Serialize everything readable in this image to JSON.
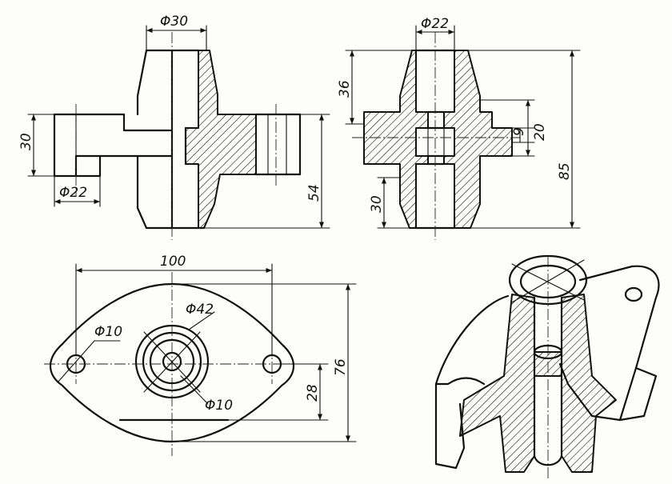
{
  "colors": {
    "ink": "#111111",
    "paper": "#fdfdfb"
  },
  "dimensions": {
    "front_top_dia": "Φ30",
    "front_height_left": "30",
    "front_bottom_dia": "Φ22",
    "front_height_right": "54",
    "side_top_dia": "Φ22",
    "side_top_height": "36",
    "side_bottom_height": "30",
    "side_flange_thk": "9",
    "side_flange_h": "20",
    "side_total_height": "85",
    "top_length": "100",
    "top_hole_dia": "Φ10",
    "top_boss_dia": "Φ42",
    "top_inner_dia": "Φ10",
    "top_half_width": "28",
    "top_width": "76"
  }
}
